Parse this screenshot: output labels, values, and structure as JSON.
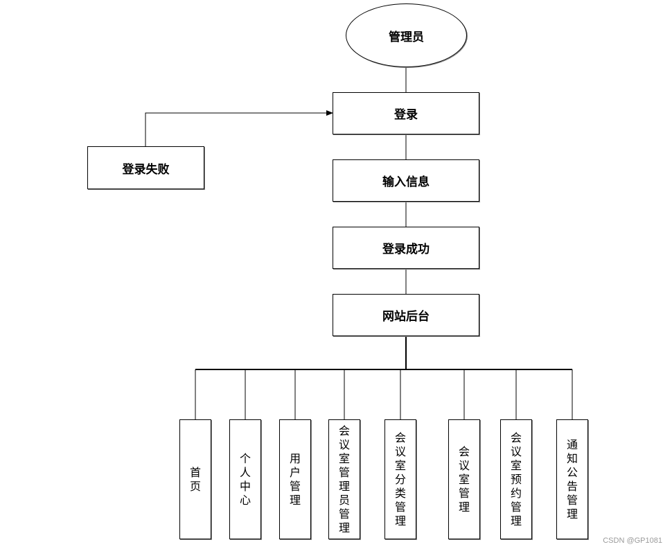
{
  "diagram": {
    "root": "管理员",
    "flow": {
      "login": "登录",
      "input_info": "输入信息",
      "login_success": "登录成功",
      "backend": "网站后台"
    },
    "login_fail": "登录失败",
    "modules": [
      "首页",
      "个人中心",
      "用户管理",
      "会议室管理员管理",
      "会议室分类管理",
      "会议室管理",
      "会议室预约管理",
      "通知公告管理"
    ]
  },
  "watermark": "CSDN @GP1081"
}
